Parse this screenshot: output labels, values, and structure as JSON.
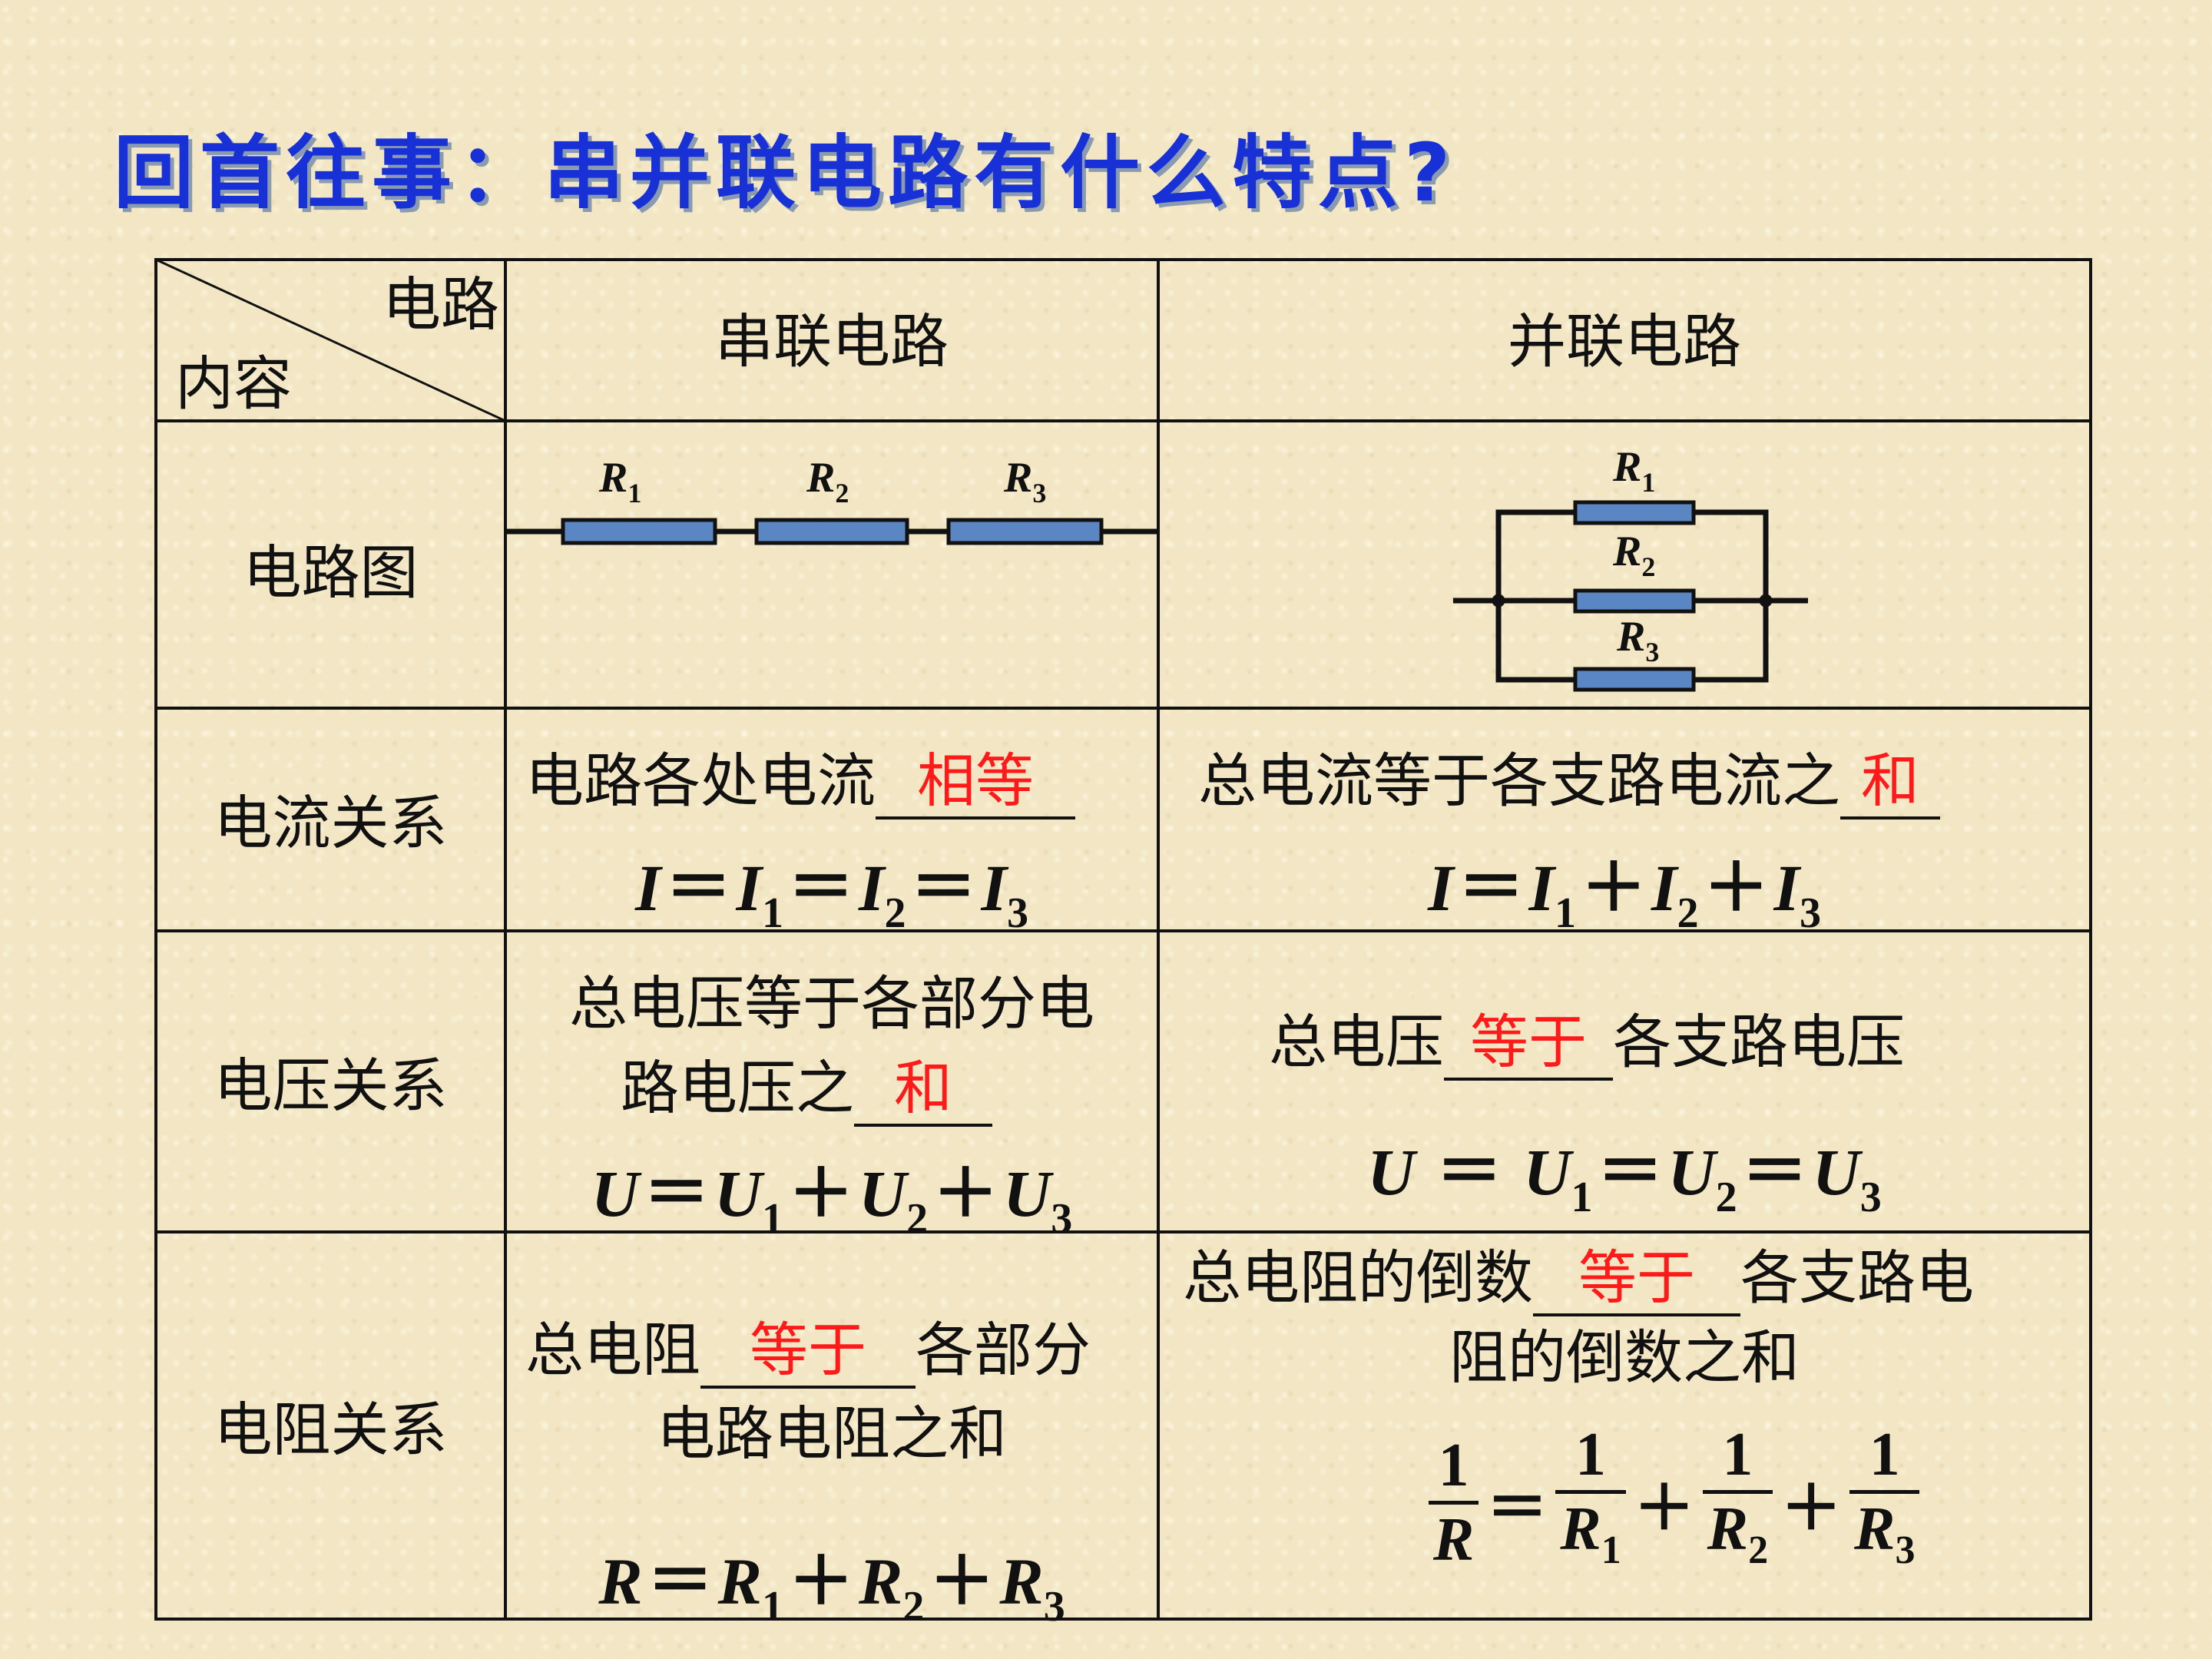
{
  "title": "回首往事：串并联电路有什么特点?",
  "header": {
    "corner_top": "电路",
    "corner_bottom": "内容",
    "series": "串联电路",
    "parallel": "并联电路"
  },
  "rows": {
    "diagram": {
      "label": "电路图",
      "series_labels": [
        "R1",
        "R2",
        "R3"
      ],
      "parallel_labels": [
        "R1",
        "R2",
        "R3"
      ]
    },
    "current": {
      "label": "电流关系",
      "series_text": "电路各处电流",
      "series_answer": "相等",
      "series_formula": "I＝I1＝I2＝I3",
      "parallel_text": "总电流等于各支路电流之",
      "parallel_answer": "和",
      "parallel_formula": "I＝I1＋I2＋I3"
    },
    "voltage": {
      "label": "电压关系",
      "series_line1": "总电压等于各部分电",
      "series_line2": "路电压之",
      "series_answer": "和",
      "series_formula": "U＝U1＋U2＋U3",
      "parallel_pre": "总电压",
      "parallel_answer": "等于",
      "parallel_post": "各支路电压",
      "parallel_formula": "U ＝ U1＝U2＝U3"
    },
    "resistance": {
      "label": "电阻关系",
      "series_pre": "总电阻",
      "series_answer": "等于",
      "series_post": "各部分",
      "series_line2": "电路电阻之和",
      "series_formula": "R＝R1＋R2＋R3",
      "parallel_pre": "总电阻的倒数",
      "parallel_answer": "等于",
      "parallel_post": "各支路电",
      "parallel_line2": "阻的倒数之和",
      "parallel_formula": "1/R＝1/R1＋1/R2＋1/R3"
    }
  },
  "colors": {
    "title": "#1731d6",
    "answer": "#ff1a1a",
    "resistor": "#5a86c4",
    "background": "#f2e6c4"
  }
}
